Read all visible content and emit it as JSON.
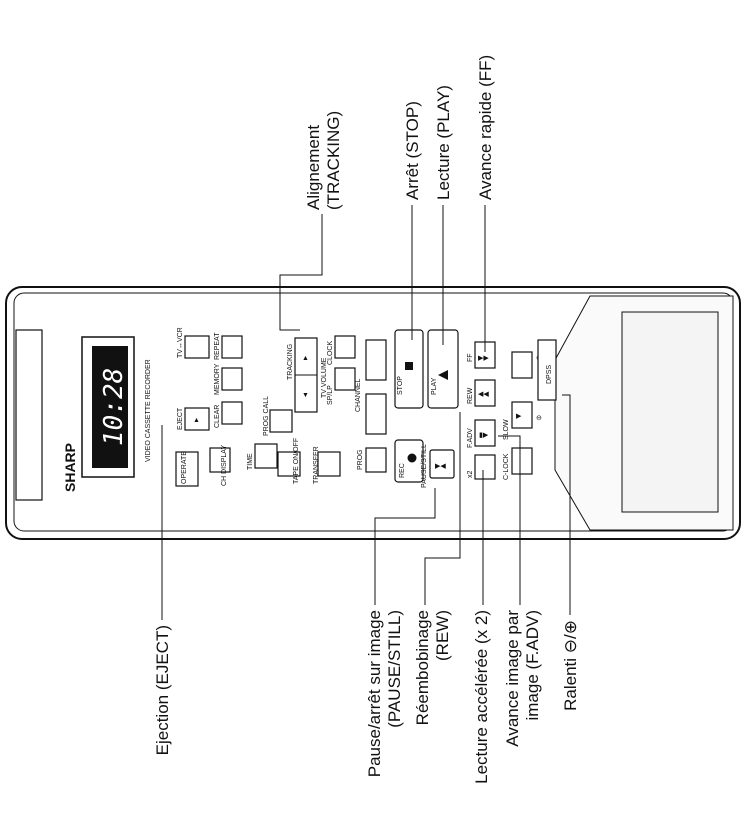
{
  "remote": {
    "brand": "SHARP",
    "display_time": "10:28",
    "subtitle": "VIDEO CASSETTE RECORDER",
    "buttons": {
      "tv_vcr": "TV↔VCR",
      "repeat": "REPEAT",
      "memory": "MEMORY",
      "eject": "EJECT",
      "clear": "CLEAR",
      "operate": "OPERATE",
      "cli_display": "CH DISPLAY",
      "time": "TIME",
      "prog_call": "PROG CALL",
      "tape_onoff": "TAPE ON/OFF",
      "transfer": "TRANSFER",
      "tracking": "TRACKING",
      "tv_volume": "TV VOLUME",
      "sp_lp": "SP/LP",
      "clock": "CLOCK",
      "channel": "CHANNEL",
      "prog": "PROG",
      "rec": "REC",
      "stop": "STOP",
      "play": "PLAY",
      "pause_still": "PAUSE/STILL",
      "rew": "REW",
      "ff": "FF",
      "fadv": "F.ADV",
      "x2": "x2",
      "slow": "SLOW",
      "c_lock": "C-LOCK",
      "dpss": "DPSS"
    }
  },
  "callouts": {
    "tracking": [
      "Alignement",
      "(TRACKING)"
    ],
    "stop": [
      "Arrêt (STOP)"
    ],
    "play": [
      "Lecture (PLAY)"
    ],
    "ff": [
      "Avance rapide (FF)"
    ],
    "eject": [
      "Ejection (EJECT)"
    ],
    "pause": [
      "Pause/arrêt sur image",
      "(PAUSE/STILL)"
    ],
    "rew": [
      "Réembobinage",
      "(REW)"
    ],
    "x2": [
      "Lecture accélérée (x 2)"
    ],
    "fadv": [
      "Avance image par",
      "image (F.ADV)"
    ],
    "slow": [
      "Ralenti ⊖/⊕"
    ]
  }
}
